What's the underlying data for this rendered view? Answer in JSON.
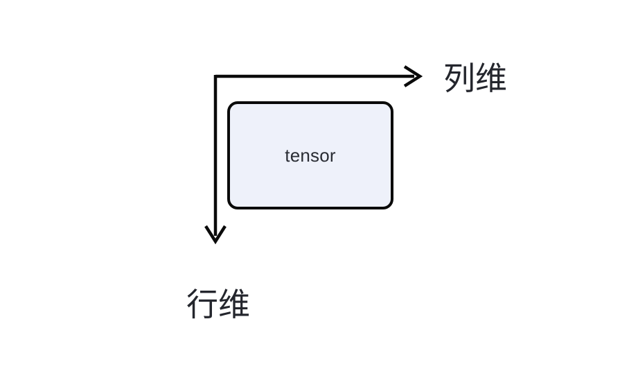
{
  "diagram": {
    "title": "tensor-dimension-axes",
    "background_color": "#ffffff",
    "box": {
      "label": "tensor",
      "fill_color": "#eef1fa",
      "border_color": "#0a0a0a",
      "text_color": "#2a2d34"
    },
    "axes": {
      "stroke_color": "#0a0a0a",
      "column_axis": {
        "label": "列维",
        "direction": "right",
        "icon": "arrow-right-icon"
      },
      "row_axis": {
        "label": "行维",
        "direction": "down",
        "icon": "arrow-down-icon"
      }
    }
  }
}
